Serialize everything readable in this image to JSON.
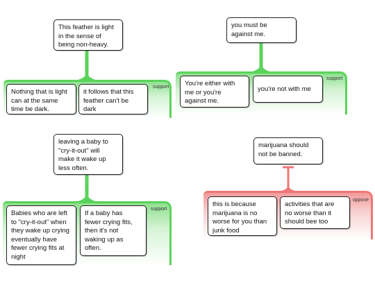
{
  "colors": {
    "support": "#5bd35b",
    "oppose": "#ee7777"
  },
  "arguments": [
    {
      "type_label": "support",
      "claim": "This feather is light\nin the sense of\nbeing non-heavy.",
      "premises": [
        "Nothing that is light\ncan at the same\ntime be dark.",
        "it follows that this\nfeather can't be\ndark"
      ]
    },
    {
      "type_label": "support",
      "claim": "you must be\nagainst me.",
      "premises": [
        "You're either with\nme or you're\nagainst me.",
        "you're not with me"
      ]
    },
    {
      "type_label": "support",
      "claim": "leaving a baby to\n\"cry-it-out\" will\nmake it wake up\nless often.",
      "premises": [
        "Babies who are left\nto \"cry-it-out\" when\nthey wake up crying\neventually have\nfewer crying fits at\nnight",
        "If a baby has\nfewer crying fits,\nthen it's not\nwaking up as\noften."
      ]
    },
    {
      "type_label": "oppose",
      "claim": "marijuana should\nnot be banned.",
      "premises": [
        "this is because\nmarijuana is no\nworse for you than\njunk food",
        "activities that are\nno worse than it\nshould bee too"
      ]
    }
  ]
}
